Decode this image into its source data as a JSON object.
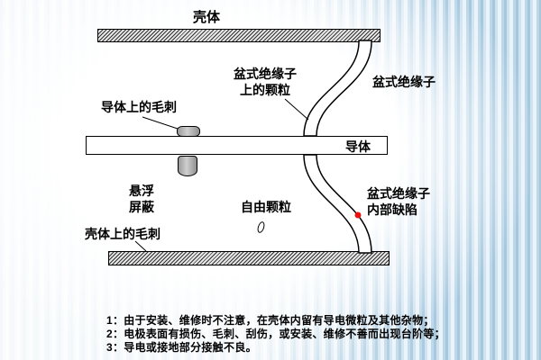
{
  "slide": {
    "labels": {
      "shell_top": "壳体",
      "basin_particles_l1": "盆式绝缘子",
      "basin_particles_l2": "上的颗粒",
      "basin_insulator": "盆式绝缘子",
      "conductor_burr": "导体上的毛刺",
      "conductor": "导体",
      "floating_l1": "悬浮",
      "floating_l2": "屏蔽",
      "free_particle": "自由颗粒",
      "basin_defect_l1": "盆式绝缘子",
      "basin_defect_l2": "内部缺陷",
      "shell_burr": "壳体上的毛刺"
    },
    "notes": [
      "1：由于安装、维修时不注意，在壳体内留有导电微粒及其他杂物；",
      "2：电极表面有损伤、毛刺、刮伤，或安装、维修不善而出现台阶等；",
      "3：导电或接地部分接触不良。"
    ],
    "colors": {
      "defect_marker": "#ee1111"
    }
  }
}
